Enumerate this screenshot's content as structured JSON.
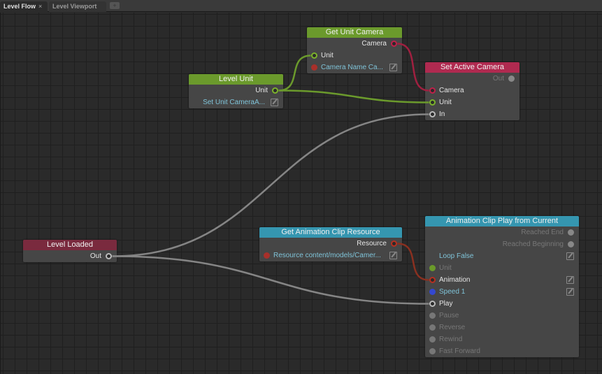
{
  "tabs": [
    {
      "label": "Level Flow",
      "close": "×",
      "active": true
    },
    {
      "label": "Level Viewport",
      "active": false
    }
  ],
  "new_tab_icon": "+",
  "colors": {
    "green": "#6b9a2c",
    "red_port": "#b0203f",
    "flow": "#8a8a8a",
    "teal": "#3596b0",
    "maroon": "#7a2a3e"
  },
  "nodes": [
    {
      "id": "get_unit_camera",
      "title": "Get Unit Camera",
      "color": "#6b9a2c",
      "rows": [
        {
          "label": "Camera",
          "side": "out",
          "port": "ring",
          "pc": "#c0204a"
        },
        {
          "label": "Unit",
          "side": "in",
          "port": "ring",
          "pc": "#7cb32c"
        },
        {
          "label": "Camera Name Ca...",
          "side": "in",
          "port": "dot",
          "pc": "#a8302a",
          "style": "param",
          "edit": true
        }
      ]
    },
    {
      "id": "level_unit",
      "title": "Level Unit",
      "color": "#6b9a2c",
      "rows": [
        {
          "label": "Unit",
          "side": "out",
          "port": "ring",
          "pc": "#7cb32c"
        },
        {
          "label": "Set Unit CameraA...",
          "side": "out",
          "port": "none",
          "style": "param",
          "edit": true
        }
      ]
    },
    {
      "id": "set_active_camera",
      "title": "Set Active Camera",
      "color": "#b02a50",
      "rows": [
        {
          "label": "Out",
          "side": "out",
          "port": "dot",
          "pc": "#888",
          "style": "dim"
        },
        {
          "label": "Camera",
          "side": "in",
          "port": "ring",
          "pc": "#c0204a"
        },
        {
          "label": "Unit",
          "side": "in",
          "port": "ring",
          "pc": "#7cb32c"
        },
        {
          "label": "In",
          "side": "in",
          "port": "ring",
          "pc": "#bbb"
        }
      ]
    },
    {
      "id": "level_loaded",
      "title": "Level Loaded",
      "color": "#7a2a3e",
      "rows": [
        {
          "label": "Out",
          "side": "out",
          "port": "ring",
          "pc": "#bbb"
        }
      ]
    },
    {
      "id": "get_anim_clip",
      "title": "Get Animation Clip Resource",
      "color": "#3596b0",
      "rows": [
        {
          "label": "Resource",
          "side": "out",
          "port": "ring",
          "pc": "#b83020"
        },
        {
          "label": "Resource content/models/Camer...",
          "side": "in",
          "port": "dot",
          "pc": "#a8302a",
          "style": "param",
          "edit": true
        }
      ]
    },
    {
      "id": "anim_clip_play",
      "title": "Animation Clip Play from Current",
      "color": "#3596b0",
      "rows": [
        {
          "label": "Reached End",
          "side": "out",
          "port": "dot",
          "pc": "#888",
          "style": "dim"
        },
        {
          "label": "Reached Beginning",
          "side": "out",
          "port": "dot",
          "pc": "#888",
          "style": "dim"
        },
        {
          "label": "Loop False",
          "side": "in",
          "port": "none",
          "style": "param",
          "edit": true
        },
        {
          "label": "Unit",
          "side": "in",
          "port": "dot",
          "pc": "#6a9a2a",
          "style": "dim"
        },
        {
          "label": "Animation",
          "side": "in",
          "port": "ring",
          "pc": "#b83020",
          "edit": true
        },
        {
          "label": "Speed 1",
          "side": "in",
          "port": "dot",
          "pc": "#3448d0",
          "style": "param",
          "edit": true
        },
        {
          "label": "Play",
          "side": "in",
          "port": "ring",
          "pc": "#bbb"
        },
        {
          "label": "Pause",
          "side": "in",
          "port": "dot",
          "pc": "#777",
          "style": "dim"
        },
        {
          "label": "Reverse",
          "side": "in",
          "port": "dot",
          "pc": "#777",
          "style": "dim"
        },
        {
          "label": "Rewind",
          "side": "in",
          "port": "dot",
          "pc": "#777",
          "style": "dim"
        },
        {
          "label": "Fast Forward",
          "side": "in",
          "port": "dot",
          "pc": "#777",
          "style": "dim"
        }
      ]
    }
  ],
  "connections": [
    {
      "from": "level_unit.0",
      "to": "get_unit_camera.1",
      "color": "#6b9a2c"
    },
    {
      "from": "level_unit.0",
      "to": "set_active_camera.2",
      "color": "#6b9a2c"
    },
    {
      "from": "get_unit_camera.0",
      "to": "set_active_camera.1",
      "color": "#a02040"
    },
    {
      "from": "level_loaded.0",
      "to": "set_active_camera.3",
      "color": "#858585"
    },
    {
      "from": "level_loaded.0",
      "to": "anim_clip_play.6",
      "color": "#858585"
    },
    {
      "from": "get_anim_clip.0",
      "to": "anim_clip_play.4",
      "color": "#8a3020"
    }
  ]
}
